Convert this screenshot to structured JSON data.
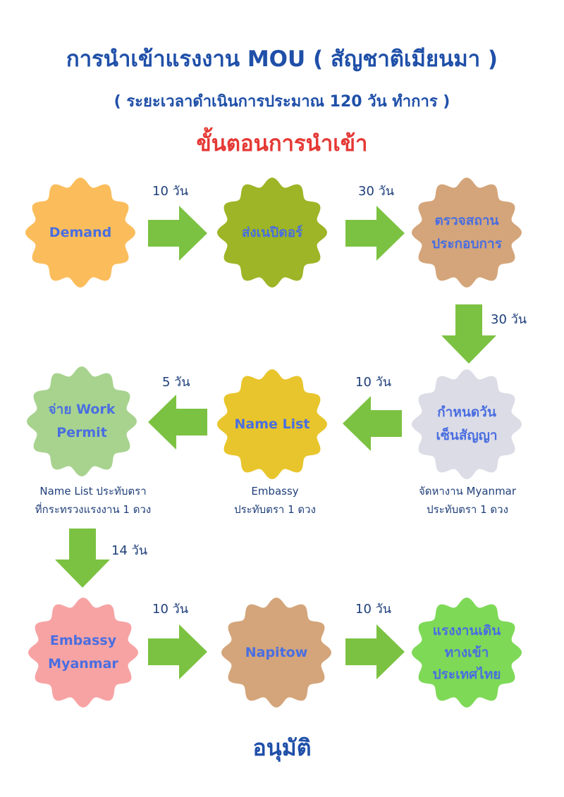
{
  "title": "การนำเข้าแรงงาน MOU ( สัญชาติเมียนมา )",
  "subtitle": "( ระยะเวลาดำเนินการประมาณ 120 วัน ทำการ )",
  "heading": "ขั้นตอนการนำเข้า",
  "steps": [
    {
      "label": "Demand",
      "color": "#fbbd5b"
    },
    {
      "label": "ส่งเนปิดอร์",
      "color": "#9db526"
    },
    {
      "label": "ตรวจสถานประกอบการ",
      "line1": "ตรวจสถาน",
      "line2": "ประกอบการ",
      "color": "#d4a57a"
    },
    {
      "label": "กำหนดวันเซ็นสัญญา",
      "line1": "กำหนดวัน",
      "line2": "เซ็นสัญญา",
      "color": "#dcdce6"
    },
    {
      "label": "Name List",
      "color": "#e8c52c"
    },
    {
      "label": "จ่าย Work Permit",
      "line1": "จ่าย Work",
      "line2": "Permit",
      "color": "#a8d38f"
    },
    {
      "label": "Embassy Myanmar",
      "line1": "Embassy",
      "line2": "Myanmar",
      "color": "#f7a3a4"
    },
    {
      "label": "Napitow",
      "color": "#d4a57a"
    },
    {
      "label": "แรงงานเดินทางเข้าประเทศไทย",
      "line1": "แรงงานเดิน",
      "line2": "ทางเข้า",
      "line3": "ประเทศไทย",
      "color": "#7ed957"
    }
  ],
  "durations": {
    "d1": "10 วัน",
    "d2": "30 วัน",
    "d3": "30 วัน",
    "d4": "10 วัน",
    "d5": "5 วัน",
    "d6": "14 วัน",
    "d7": "10 วัน",
    "d8": "10 วัน"
  },
  "notes": {
    "n1": {
      "line1": "Name List ประทับตรา",
      "line2": "ที่กระทรวงแรงงาน 1 ดวง"
    },
    "n2": {
      "line1": "Embassy",
      "line2": "ประทับตรา 1 ดวง"
    },
    "n3": {
      "line1": "จัดหางาน Myanmar",
      "line2": "ประทับตรา 1 ดวง"
    }
  },
  "arrow_color": "#7cc242",
  "footer": "อนุมัติ"
}
